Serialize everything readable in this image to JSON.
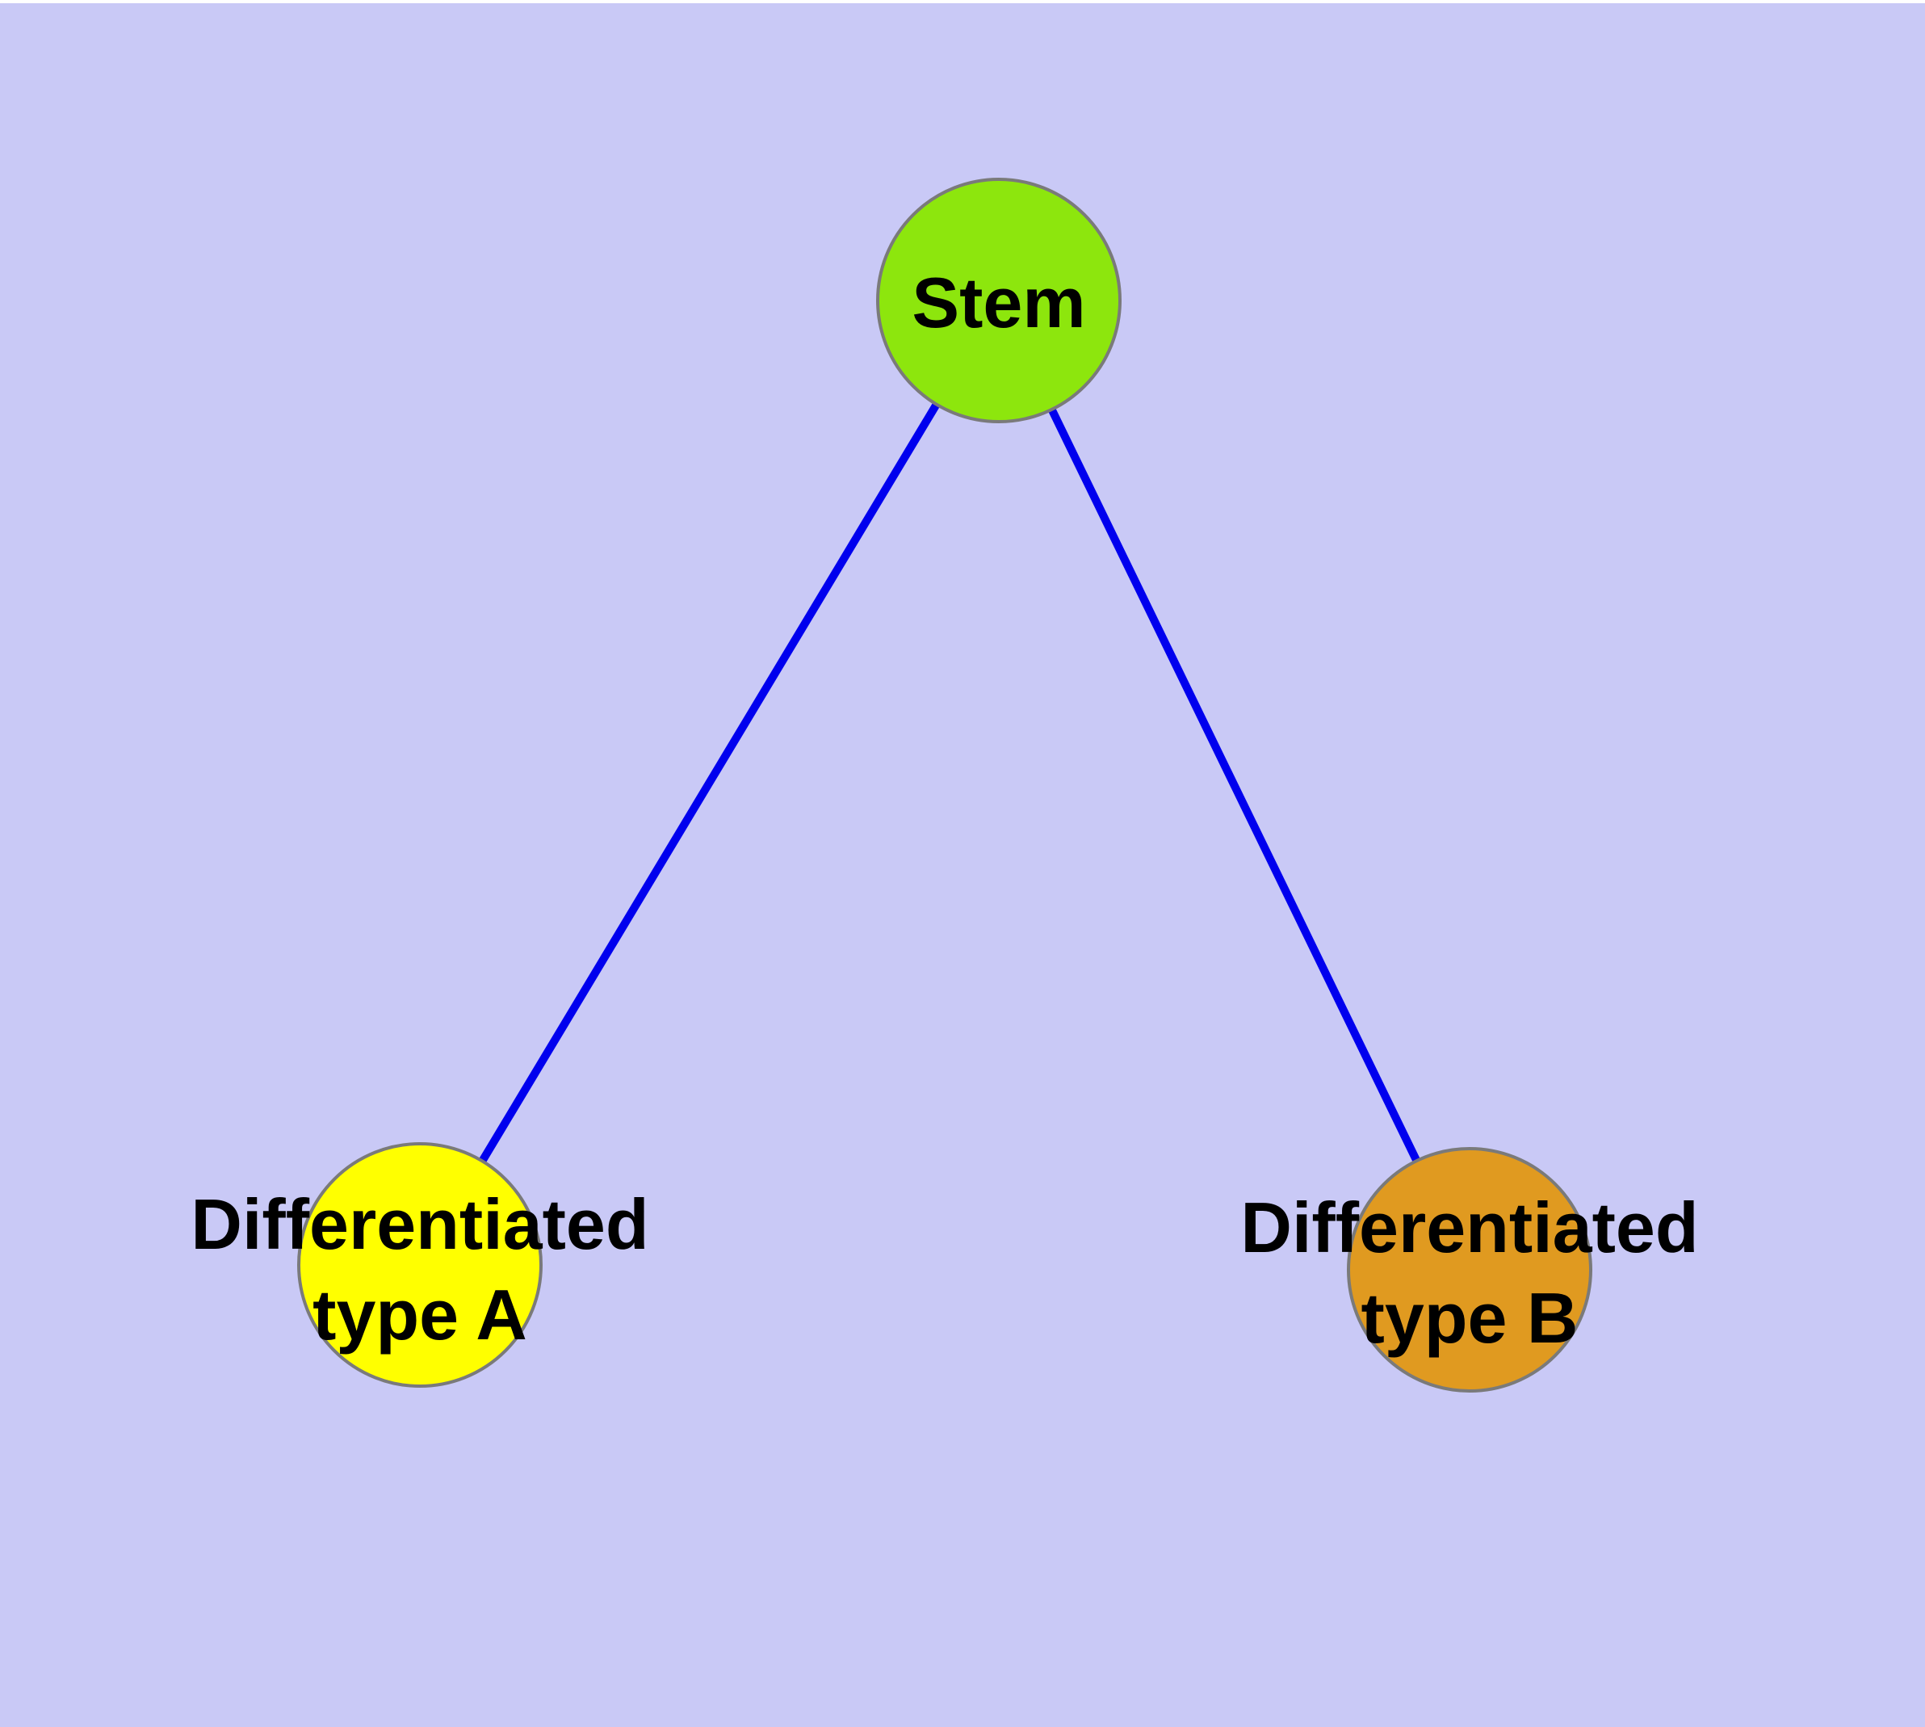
{
  "diagram": {
    "type": "graph",
    "styles": {
      "background_color": "#C9C9F6",
      "top_margin_color": "#FFFFFF",
      "node_border_color": "#7A7A7A",
      "label_color": "#000000",
      "edge_color": "#0000EE"
    },
    "nodes": [
      {
        "id": "stem",
        "label": "Stem",
        "fill": "#8DE60D"
      },
      {
        "id": "differentiated-type-a",
        "label": "Differentiated\ntype A",
        "fill": "#FFFF00"
      },
      {
        "id": "differentiated-type-b",
        "label": "Differentiated\ntype B",
        "fill": "#E09A20"
      }
    ],
    "edges": [
      {
        "from": "stem",
        "to": "differentiated-type-a",
        "color": "#0000EE"
      },
      {
        "from": "stem",
        "to": "differentiated-type-b",
        "color": "#0000EE"
      }
    ]
  }
}
